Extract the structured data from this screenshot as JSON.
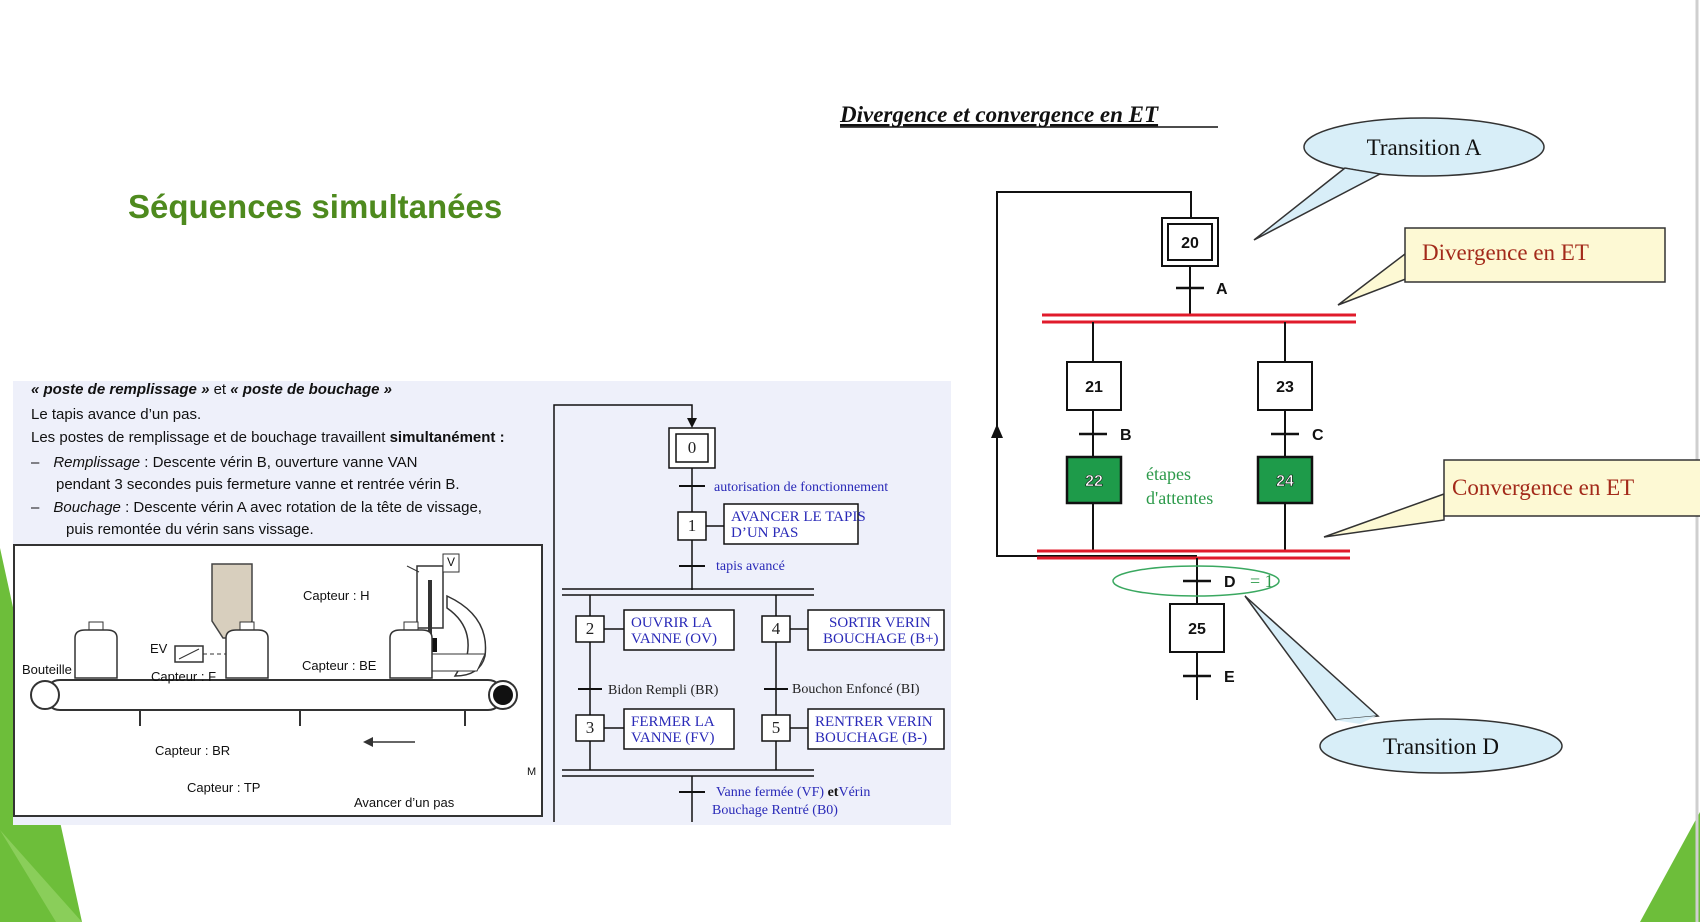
{
  "slide_title": "Séquences simultanées",
  "left_panel": {
    "heading_part1": "« poste de remplissage »",
    "heading_and": " et ",
    "heading_part2": "« poste de bouchage »",
    "line1": "Le tapis avance d’un pas.",
    "line2_pre": "Les postes de remplissage et de bouchage travaillent ",
    "line2_bold": "simultanément :",
    "bullet1_name": "Remplissage",
    "bullet1_text": " : Descente vérin B, ouverture vanne VAN",
    "bullet1_cont": "pendant 3 secondes puis fermeture vanne et rentrée vérin B.",
    "bullet2_name": "Bouchage",
    "bullet2_text": " : Descente  vérin A avec rotation de la tête de vissage,",
    "bullet2_cont": "puis remontée du vérin sans vissage.",
    "dash": "–"
  },
  "machine_labels": {
    "capteur_h": "Capteur : H",
    "capteur_be": "Capteur : BE",
    "capteur_f": "Capteur : F",
    "capteur_br": "Capteur : BR",
    "capteur_tp": "Capteur : TP",
    "ev": "EV",
    "bouteille": "Bouteille",
    "avancer": "Avancer d’un pas",
    "m": "M",
    "v": "V"
  },
  "grafcet_left": {
    "steps": [
      "0",
      "1",
      "2",
      "3",
      "4",
      "5"
    ],
    "actions": {
      "a1_l1": "AVANCER LE TAPIS",
      "a1_l2": "D’UN PAS",
      "a2_l1": "OUVRIR LA",
      "a2_l2": "VANNE (OV)",
      "a3_l1": "FERMER LA",
      "a3_l2": "VANNE (FV)",
      "a4_l1": "SORTIR VERIN",
      "a4_l2": "BOUCHAGE (B+)",
      "a5_l1": "RENTRER VERIN",
      "a5_l2": "BOUCHAGE (B-)"
    },
    "transitions": {
      "t0": "autorisation de fonctionnement",
      "t1": "tapis avancé",
      "t2": "Bidon Rempli (BR)",
      "t4": "Bouchon Enfoncé (BI)",
      "t_end_a": "Vanne fermée (VF) ",
      "t_end_et": "et",
      "t_end_b": "Vérin",
      "t_end_l2": "Bouchage Rentré (B0)"
    }
  },
  "grafcet_right": {
    "heading": "Divergence et convergence  en ET",
    "steps": [
      "20",
      "21",
      "23",
      "22",
      "24",
      "25"
    ],
    "transitions": [
      "A",
      "B",
      "C",
      "D",
      "E"
    ],
    "d_condition": "= 1",
    "waiting_l1": "étapes",
    "waiting_l2": "d'attentes",
    "callouts": {
      "transition_a": "Transition A",
      "divergence": "Divergence en ET",
      "convergence": "Convergence en ET",
      "transition_d": "Transition D"
    }
  },
  "colors": {
    "title_green": "#4e8a1e",
    "active_step": "#1e9b4a",
    "et_bar_red": "#e01b2b",
    "callout_blue": "#d8eef8",
    "callout_yellow": "#fdf9d4",
    "callout_red_text": "#a32a1a",
    "grafcet_blue": "#2a2ab8"
  }
}
